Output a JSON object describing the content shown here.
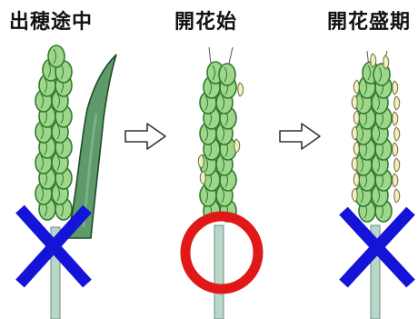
{
  "stages": [
    {
      "label": "出穂途中",
      "mark": "cross"
    },
    {
      "label": "開花始",
      "mark": "circle"
    },
    {
      "label": "開花盛期",
      "mark": "cross"
    }
  ],
  "colors": {
    "spikelet_fill": "#9fd78a",
    "spikelet_stroke": "#2f7a32",
    "leaf_fill": "#5e9a6a",
    "anther_fill": "#f3eec0",
    "stem_fill": "#b9d7c9",
    "cross": "#1414d8",
    "circle": "#e01818",
    "arrow_stroke": "#333333"
  }
}
